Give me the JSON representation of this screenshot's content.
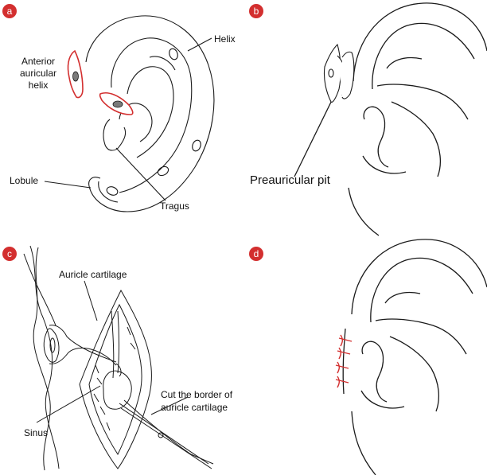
{
  "colors": {
    "accent": "#d32f2f",
    "line": "#1a1a1a"
  },
  "panels": {
    "a": {
      "badge": "a",
      "labels": {
        "anterior_helix_1": "Anterior",
        "anterior_helix_2": "auricular",
        "anterior_helix_3": "helix",
        "helix": "Helix",
        "lobule": "Lobule",
        "tragus": "Tragus"
      }
    },
    "b": {
      "badge": "b",
      "labels": {
        "pit": "Preauricular pit"
      }
    },
    "c": {
      "badge": "c",
      "labels": {
        "cartilage": "Auricle cartilage",
        "sinus": "Sinus",
        "cut_1": "Cut the border of",
        "cut_2": "auricle cartilage"
      }
    },
    "d": {
      "badge": "d"
    }
  }
}
